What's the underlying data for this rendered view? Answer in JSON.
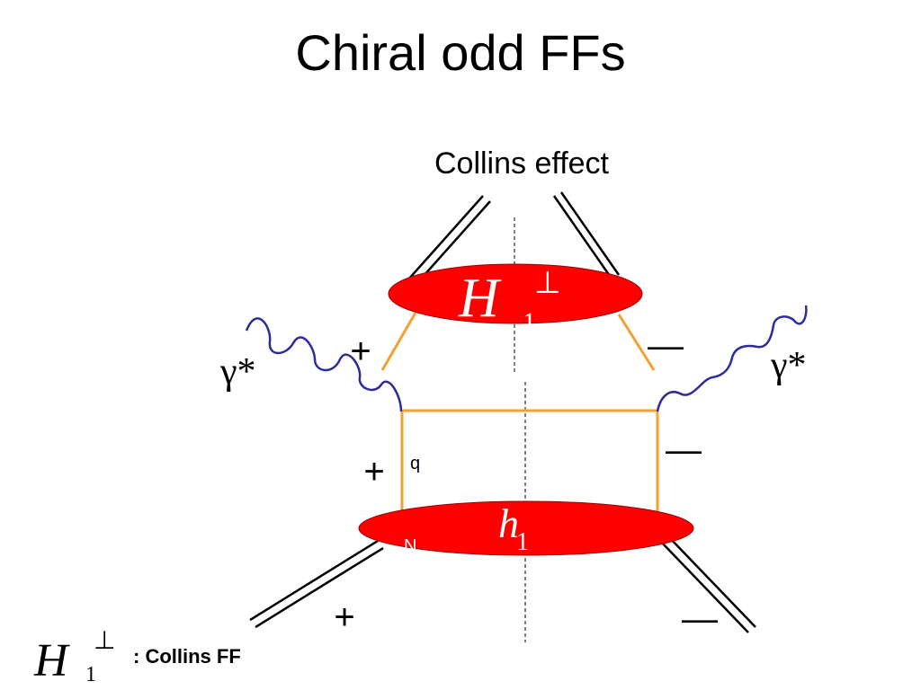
{
  "title": "Chiral odd FFs",
  "subtitle": "Collins effect",
  "photon_label": "γ*",
  "signs": {
    "plus": "+",
    "minus": "—"
  },
  "top_blob": {
    "main": "H",
    "sub": "1",
    "sup": "⊥"
  },
  "bottom_blob": {
    "main": "h",
    "sub": "1"
  },
  "quark_label": "q",
  "nucleon_label": "N",
  "legend": {
    "symbol_main": "H",
    "symbol_sub": "1",
    "symbol_sup": "⊥",
    "text": ": Collins FF"
  },
  "colors": {
    "blob": "#ff0000",
    "quark_line": "#f4a030",
    "photon": "#2c2c9c",
    "text": "#000000"
  }
}
